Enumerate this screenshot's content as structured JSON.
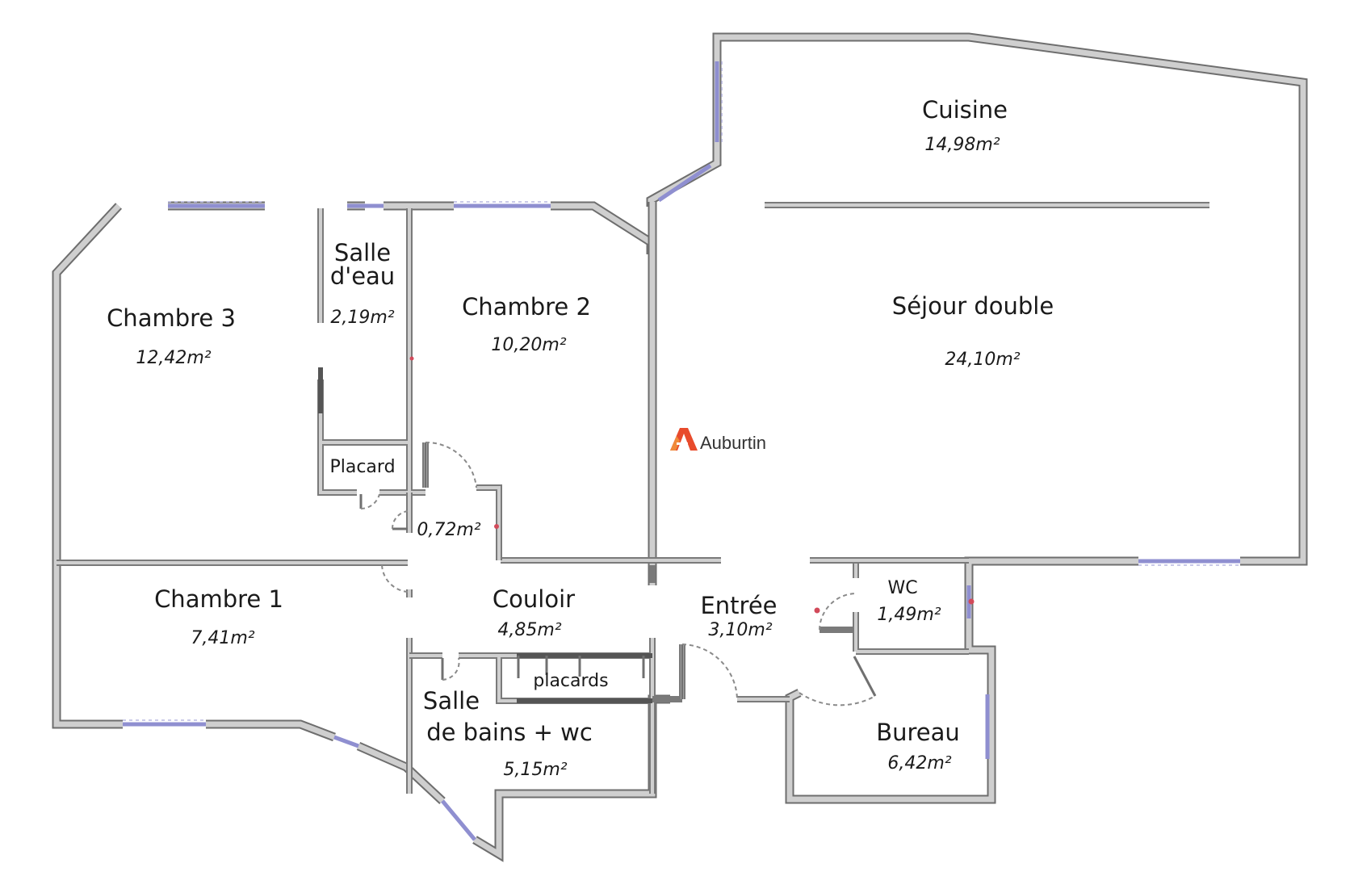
{
  "plan": {
    "brand": {
      "name": "Auburtin",
      "color": "#e84b2c",
      "accent": "#f08a3a"
    },
    "colors": {
      "wall": "#cfcfcf",
      "wall_outline": "#6e6e6e",
      "window": "#8f8fd0",
      "marker": "#d24a5a"
    },
    "rooms": [
      {
        "id": "cuisine",
        "name": "Cuisine",
        "area": "14,98m²"
      },
      {
        "id": "sejour",
        "name": "Séjour double",
        "area": "24,10m²"
      },
      {
        "id": "chambre3",
        "name": "Chambre 3",
        "area": "12,42m²"
      },
      {
        "id": "salle_eau",
        "name_line1": "Salle",
        "name_line2": "d'eau",
        "area": "2,19m²"
      },
      {
        "id": "chambre2",
        "name": "Chambre 2",
        "area": "10,20m²"
      },
      {
        "id": "placard",
        "name": "Placard"
      },
      {
        "id": "degagement",
        "area": "0,72m²"
      },
      {
        "id": "chambre1",
        "name": "Chambre 1",
        "area": "7,41m²"
      },
      {
        "id": "couloir",
        "name": "Couloir",
        "area": "4,85m²"
      },
      {
        "id": "placards",
        "name": "placards"
      },
      {
        "id": "entree",
        "name": "Entrée",
        "area": "3,10m²"
      },
      {
        "id": "wc",
        "name": "WC",
        "area": "1,49m²"
      },
      {
        "id": "salle_bains",
        "name_line1": "Salle",
        "name_line2": "de bains + wc",
        "area": "5,15m²"
      },
      {
        "id": "bureau",
        "name": "Bureau",
        "area": "6,42m²"
      }
    ]
  }
}
